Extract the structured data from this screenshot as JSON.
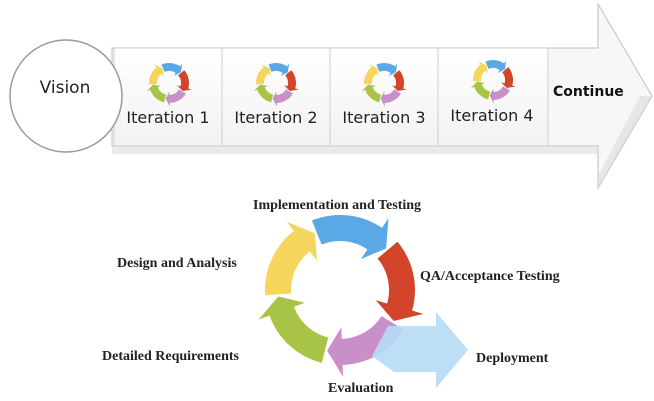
{
  "roadmap": {
    "vision_label": "Vision",
    "iterations": [
      "Iteration 1",
      "Iteration 2",
      "Iteration 3",
      "Iteration 4"
    ],
    "continue_label": "Continue"
  },
  "cycle": {
    "stages": {
      "implementation": "Implementation and Testing",
      "qa": "QA/Acceptance Testing",
      "evaluation": "Evaluation",
      "requirements": "Detailed Requirements",
      "design": "Design and Analysis",
      "deployment": "Deployment"
    }
  },
  "colors": {
    "blue": "#5aa9e6",
    "red": "#d2452a",
    "pink": "#c98fc9",
    "green": "#a8c447",
    "yellow": "#f6d55c",
    "deploy": "#b6dcf5"
  }
}
